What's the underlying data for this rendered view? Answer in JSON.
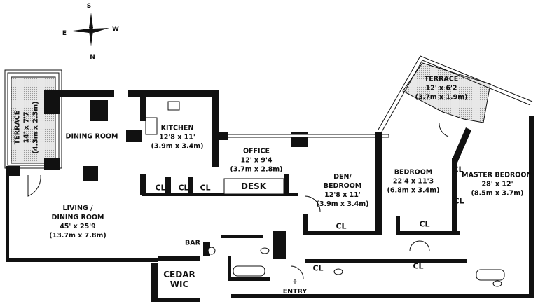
{
  "compass": {
    "north": "N",
    "south": "S",
    "east": "E",
    "west": "W"
  },
  "rooms": {
    "terrace_left": {
      "name": "TERRACE",
      "imperial": "14' x 7'7",
      "metric": "(4.3m x 2.3m)"
    },
    "dining_room": {
      "name": "DINING ROOM"
    },
    "kitchen": {
      "name": "KITCHEN",
      "imperial": "12'8 x 11'",
      "metric": "(3.9m x 3.4m)"
    },
    "office": {
      "name": "OFFICE",
      "imperial": "12' x 9'4",
      "metric": "(3.7m x 2.8m)"
    },
    "desk": {
      "name": "DESK"
    },
    "den": {
      "name1": "DEN/",
      "name2": "BEDROOM",
      "imperial": "12'8 x 11'",
      "metric": "(3.9m x 3.4m)"
    },
    "terrace_right": {
      "name": "TERRACE",
      "imperial": "12' x 6'2",
      "metric": "(3.7m x 1.9m)"
    },
    "bedroom": {
      "name": "BEDROOM",
      "imperial": "22'4 x 11'3",
      "metric": "(6.8m x 3.4m)"
    },
    "master": {
      "name": "MASTER BEDROOM",
      "imperial": "28' x 12'",
      "metric": "(8.5m x 3.7m)"
    },
    "living": {
      "name1": "LIVING /",
      "name2": "DINING ROOM",
      "imperial": "45' x 25'9",
      "metric": "(13.7m x 7.8m)"
    },
    "bar": {
      "name": "BAR"
    },
    "cedar": {
      "name1": "CEDAR",
      "name2": "WIC"
    },
    "entry": {
      "name": "ENTRY",
      "arrow": "⇧"
    }
  },
  "closets": [
    "CL",
    "CL",
    "CL",
    "CL",
    "CL",
    "CL",
    "CL",
    "CL",
    "CL"
  ]
}
